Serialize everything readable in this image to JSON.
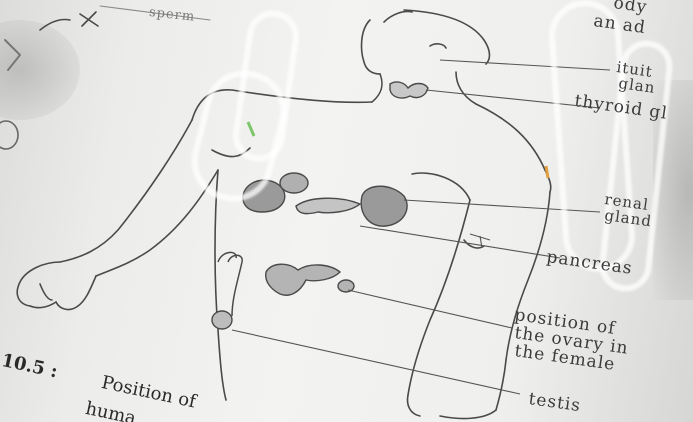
{
  "labels": {
    "top_left_faint": "sperm",
    "top_right_line1": "ody",
    "top_right_line2": "an    ad",
    "pituitary_1": "ituit",
    "pituitary_2": "glan",
    "thyroid": "thyroid gl",
    "adrenal_1": "renal",
    "adrenal_2": "gland",
    "pancreas": "pancreas",
    "ovary_1": "position of",
    "ovary_2": "the ovary in",
    "ovary_3": "the female",
    "testis": "testis"
  },
  "caption": {
    "number": "10.5 :",
    "line1": "Position of",
    "line2": "huma"
  },
  "colors": {
    "ink": "#4a4a4a",
    "organ_fill": "#9a9a9a",
    "paper": "#f1f1ef"
  }
}
